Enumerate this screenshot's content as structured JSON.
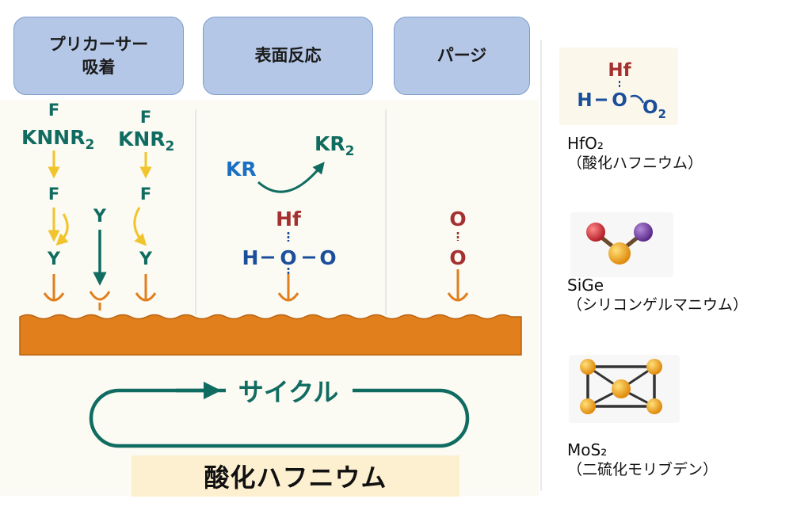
{
  "headers": {
    "precursor_adsorption": [
      "プリカーサー",
      "吸着"
    ],
    "surface_reaction": "表面反応",
    "purge": "パージ"
  },
  "molecules": {
    "precursor_left": {
      "top": "F",
      "main": "KNNR",
      "sub": "2"
    },
    "precursor_right": {
      "top": "F",
      "main": "KNR",
      "sub": "2"
    },
    "reaction_reactant": "KR",
    "reaction_product": {
      "main": "KR",
      "sub": "2"
    },
    "hfo_center": {
      "top": "Hf",
      "left": "H",
      "mid": "O",
      "right": "O"
    },
    "purge_oxygen": {
      "top": "O",
      "bottom": "O"
    }
  },
  "species": {
    "fluorine": "F",
    "yttrium": "Y"
  },
  "cycle_label": "サイクル",
  "bottom_title": "酸化ハフニウム",
  "legend": [
    {
      "formula": "HfO₂",
      "name": "（酸化ハフニウム）"
    },
    {
      "formula": "SiGe",
      "name": "（シリコンゲルマニウム）"
    },
    {
      "formula": "MoS₂",
      "name": "（二硫化モリブデン）"
    }
  ],
  "legend_icon_hfo2": {
    "top": "Hf",
    "left": "H",
    "mid": "O",
    "right": "O",
    "right_sub": "2"
  },
  "colors": {
    "header_fill": "#b4c7e7",
    "substrate": "#e07f1c",
    "teal": "#106c60",
    "yellow_arrow": "#f2c42c",
    "hafnium": "#a53030",
    "oxygen_blue": "#1b4f9c",
    "bottom_label_bg": "#fdf0d0"
  }
}
